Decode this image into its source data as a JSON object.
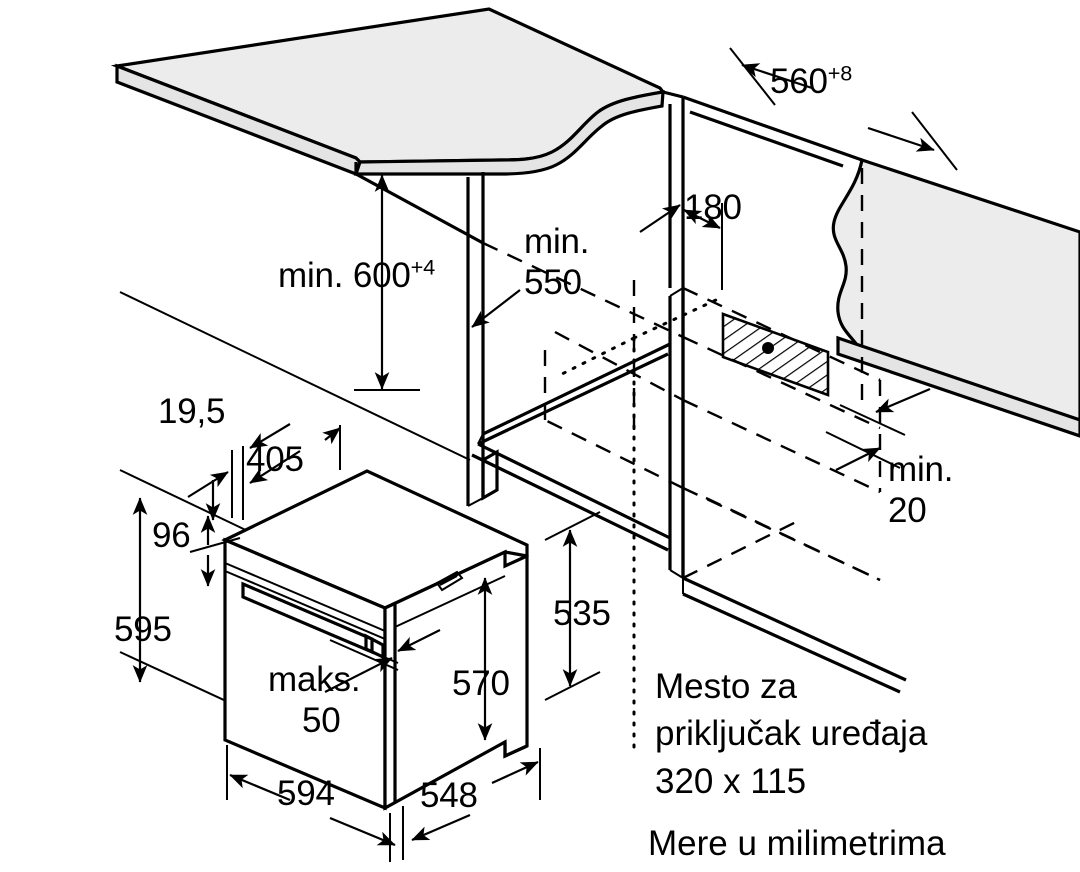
{
  "diagram": {
    "kind": "installation-dimension-drawing",
    "language": "sr",
    "units_note": "Mere u milimetrima",
    "outlet_note_line1": "Mesto za",
    "outlet_note_line2": "priključak uređaja",
    "outlet_note_line3": "320 x 115",
    "colors": {
      "line": "#000000",
      "panel_fill": "#ececec",
      "background": "#ffffff"
    }
  },
  "dimensions": {
    "niche_depth": {
      "value": "560",
      "tolerance": "+8",
      "prefix": ""
    },
    "worktop_height": {
      "value": "600",
      "tolerance": "+4",
      "prefix": "min. "
    },
    "niche_width": {
      "value": "550",
      "tolerance": "",
      "prefix": "min. "
    },
    "niche_width_label_l1": "min.",
    "niche_width_label_l2": "550",
    "back_offset": {
      "value": "180",
      "tolerance": "",
      "prefix": ""
    },
    "rear_gap_l1": "min.",
    "rear_gap_l2": "20",
    "trim_depth": {
      "value": "19,5",
      "tolerance": "",
      "prefix": ""
    },
    "top_width": {
      "value": "405",
      "tolerance": "",
      "prefix": ""
    },
    "panel_height": {
      "value": "96",
      "tolerance": "",
      "prefix": ""
    },
    "appliance_height": {
      "value": "595",
      "tolerance": "",
      "prefix": ""
    },
    "body_height": {
      "value": "535",
      "tolerance": "",
      "prefix": ""
    },
    "body_depth": {
      "value": "570",
      "tolerance": "",
      "prefix": ""
    },
    "door_gap_l1": "maks.",
    "door_gap_l2": "50",
    "appliance_width": {
      "value": "594",
      "tolerance": "",
      "prefix": ""
    },
    "appliance_depth": {
      "value": "548",
      "tolerance": "",
      "prefix": ""
    }
  },
  "labels": {
    "d560": "560",
    "d560_sup": "+8",
    "d600": "min. 600",
    "d600_sup": "+4",
    "d550_l1": "min.",
    "d550_l2": "550",
    "d180": "180",
    "d20_l1": "min.",
    "d20_l2": "20",
    "d195": "19,5",
    "d405": "405",
    "d96": "96",
    "d595": "595",
    "d535": "535",
    "d570": "570",
    "dmaks_l1": "maks.",
    "dmaks_l2": "50",
    "d594": "594",
    "d548": "548",
    "note1": "Mesto za",
    "note2": "priključak uređaja",
    "note3": "320 x 115",
    "units": "Mere u milimetrima"
  }
}
